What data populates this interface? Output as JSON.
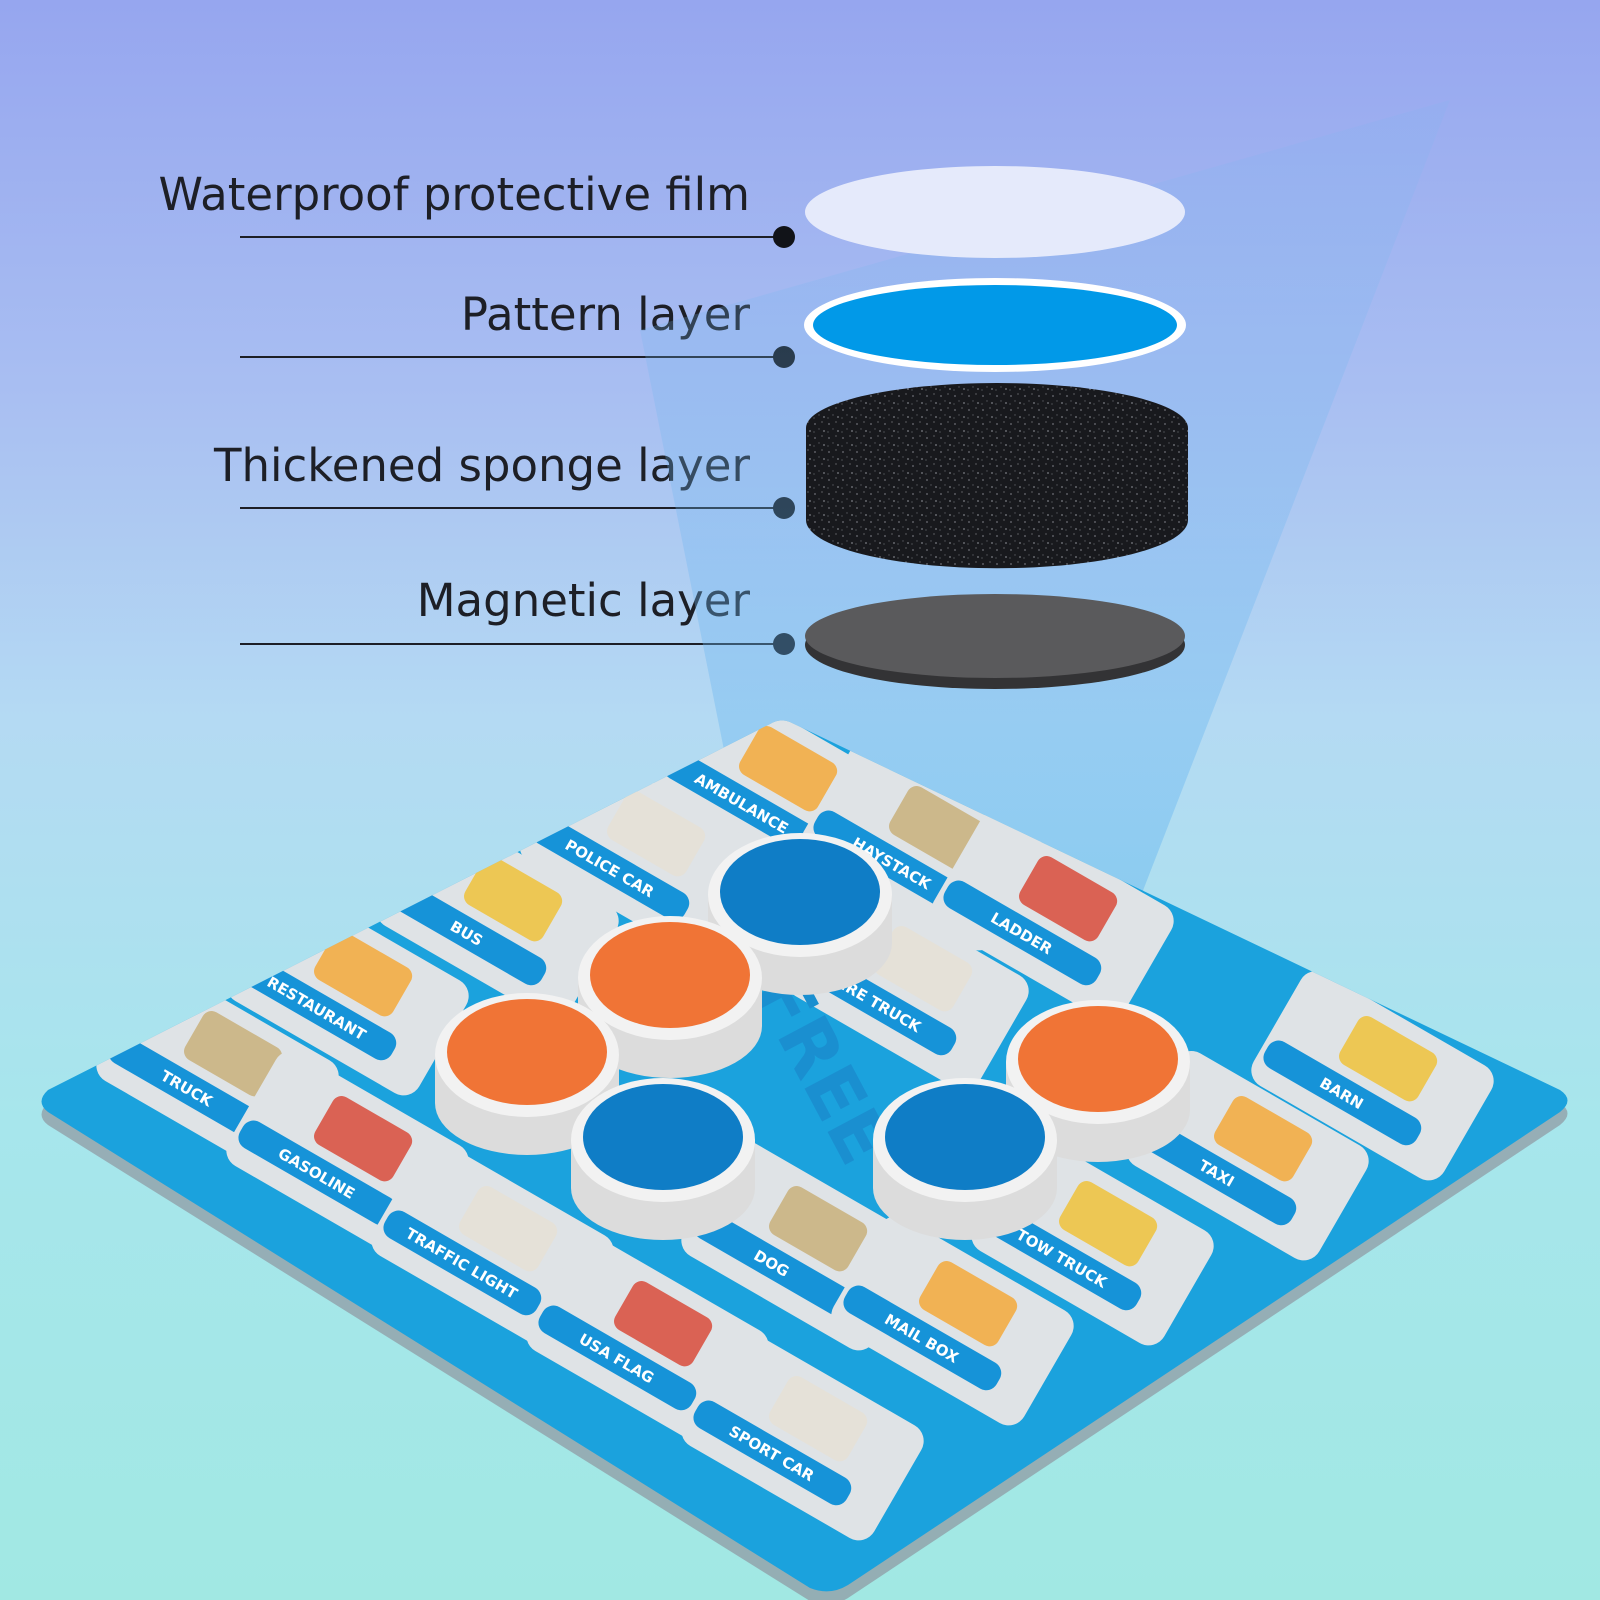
{
  "layers": [
    {
      "label": "Waterproof protective film",
      "color": "#e9edfb"
    },
    {
      "label": "Pattern layer",
      "color": "#0199e8"
    },
    {
      "label": "Thickened sponge layer",
      "color": "#17181c"
    },
    {
      "label": "Magnetic layer",
      "color": "#5a5a5c"
    }
  ],
  "board": {
    "color": "#1ba2dd",
    "center_label": "FREE",
    "tiles": [
      "AMBULANCE",
      "POLICE CAR",
      "HAYSTACK",
      "BUS",
      "LADDER",
      "RESTAURANT",
      "FIRE TRUCK",
      "TRUCK",
      "BARN",
      "GASOLINE",
      "TAXI",
      "TRAFFIC LIGHT",
      "DOG",
      "TOW TRUCK",
      "USA FLAG",
      "MAIL BOX",
      "SPORT CAR"
    ]
  },
  "chip_colors": {
    "orange": "#f07436",
    "blue": "#0f7dc6",
    "rim": "#f2f2f2"
  }
}
